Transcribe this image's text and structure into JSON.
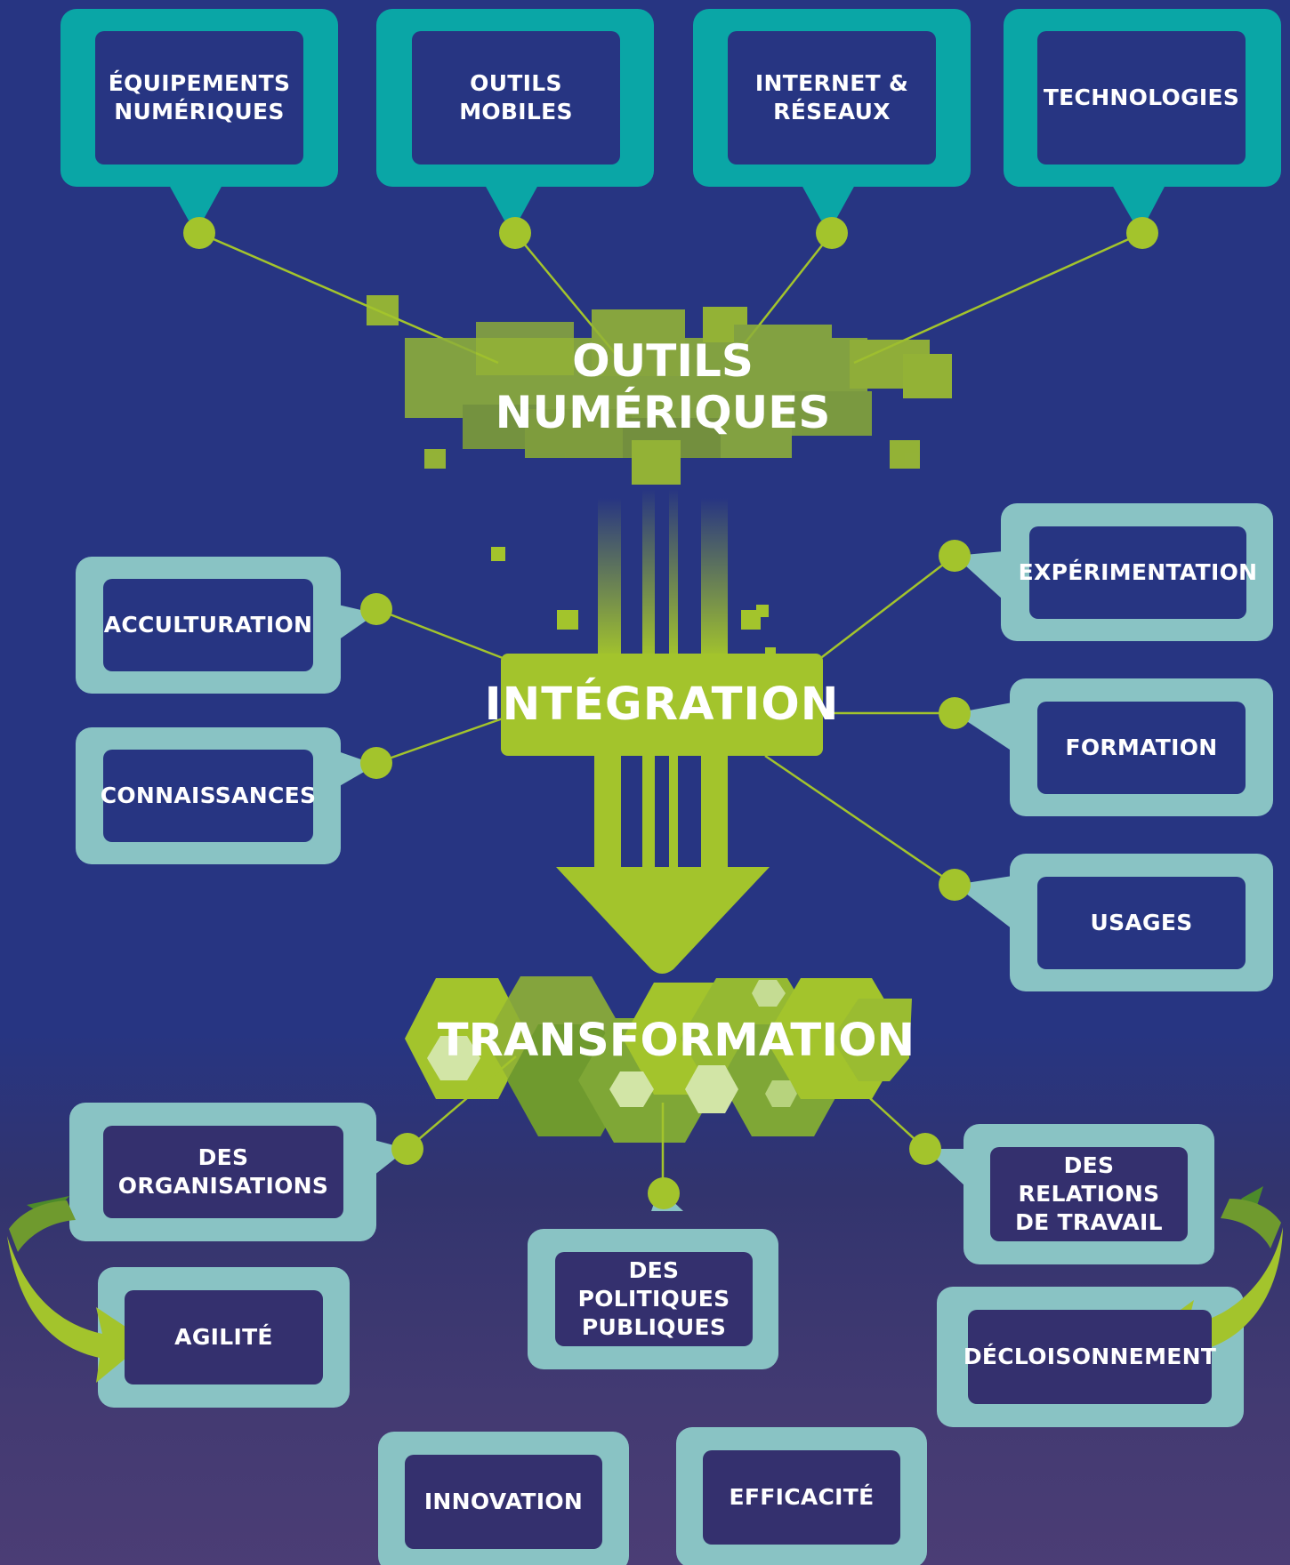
{
  "colors": {
    "background_top": "#273582",
    "background_bottom": "#4b3d75",
    "teal": "#0aa6a6",
    "light_teal": "#89c3c4",
    "green": "#a3c42c",
    "green_dark": "#6f9a2e",
    "box_navy": "#273582",
    "box_purple": "#34306e"
  },
  "outils": {
    "title": "OUTILS NUMÉRIQUES",
    "items": [
      {
        "label": "ÉQUIPEMENTS\nNUMÉRIQUES"
      },
      {
        "label": "OUTILS\nMOBILES"
      },
      {
        "label": "INTERNET &\nRÉSEAUX"
      },
      {
        "label": "TECHNOLOGIES"
      }
    ]
  },
  "integration": {
    "title": "INTÉGRATION",
    "left_items": [
      {
        "label": "ACCULTURATION"
      },
      {
        "label": "CONNAISSANCES"
      }
    ],
    "right_items": [
      {
        "label": "EXPÉRIMENTATION"
      },
      {
        "label": "FORMATION"
      },
      {
        "label": "USAGES"
      }
    ]
  },
  "transformation": {
    "title": "TRANSFORMATION",
    "items": [
      {
        "label": "DES ORGANISATIONS"
      },
      {
        "label": "DES POLITIQUES\nPUBLIQUES"
      },
      {
        "label": "DES RELATIONS\nDE TRAVAIL"
      }
    ],
    "outcomes": [
      {
        "label": "AGILITÉ"
      },
      {
        "label": "DÉCLOISONNEMENT"
      },
      {
        "label": "INNOVATION"
      },
      {
        "label": "EFFICACITÉ"
      }
    ]
  }
}
